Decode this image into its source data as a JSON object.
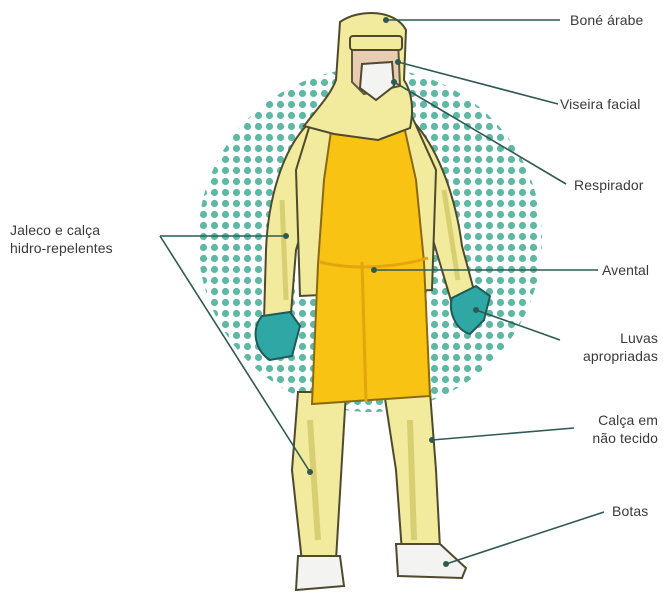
{
  "colors": {
    "dots": "#5fb8a4",
    "suit": "#f2ea9c",
    "suit_shade": "#d8cf72",
    "apron": "#f8c312",
    "apron_shade": "#e3a70d",
    "gloves": "#2fa7a4",
    "outline": "#4e4a2e",
    "leader": "#2f5a52",
    "boots": "#f3f3f1"
  },
  "labels": {
    "bone_arabe": "Boné árabe",
    "viseira": "Viseira facial",
    "respirador": "Respirador",
    "jaleco_line1": "Jaleco e calça",
    "jaleco_line2": "hidro-repelentes",
    "avental": "Avental",
    "luvas_line1": "Luvas",
    "luvas_line2": "apropriadas",
    "calca_line1": "Calça em",
    "calca_line2": "não tecido",
    "botas": "Botas"
  }
}
